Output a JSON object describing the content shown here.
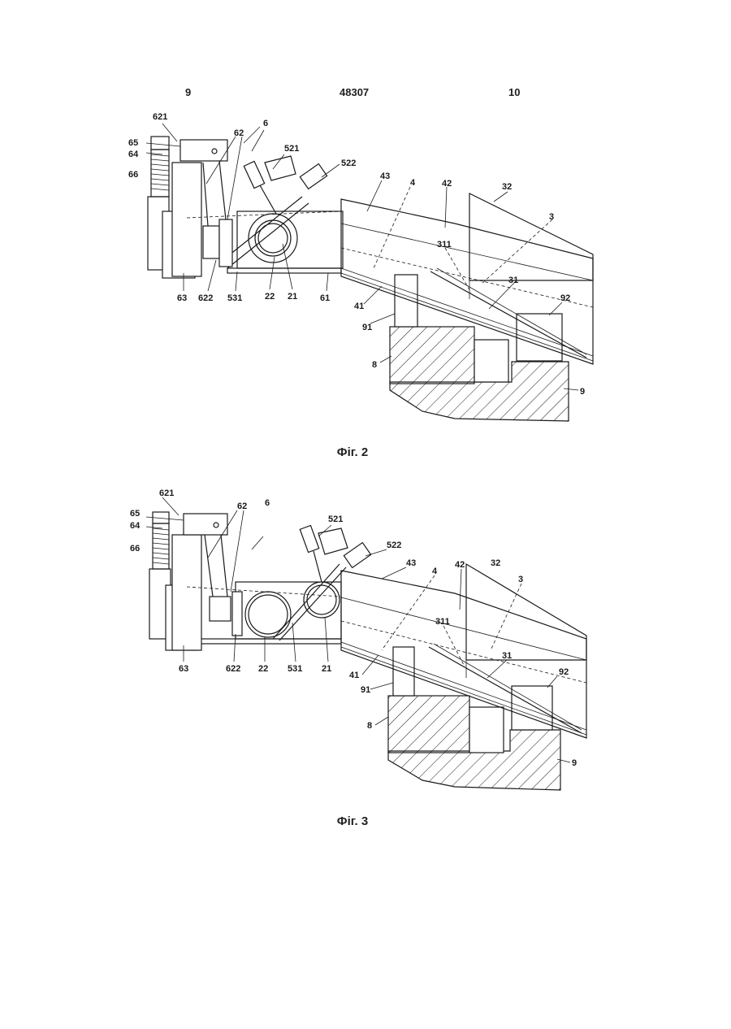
{
  "header": {
    "left_page": "9",
    "patent_number": "48307",
    "right_page": "10"
  },
  "figures": [
    {
      "caption": "Фіг. 2",
      "labels": [
        "621",
        "65",
        "64",
        "66",
        "62",
        "6",
        "521",
        "522",
        "43",
        "4",
        "42",
        "32",
        "3",
        "311",
        "31",
        "92",
        "91",
        "41",
        "8",
        "9",
        "63",
        "622",
        "531",
        "22",
        "21",
        "61"
      ]
    },
    {
      "caption": "Фіг. 3",
      "labels": [
        "621",
        "65",
        "64",
        "66",
        "62",
        "6",
        "521",
        "522",
        "43",
        "4",
        "42",
        "32",
        "3",
        "311",
        "31",
        "92",
        "91",
        "41",
        "8",
        "9",
        "63",
        "622",
        "22",
        "531",
        "21"
      ]
    }
  ]
}
